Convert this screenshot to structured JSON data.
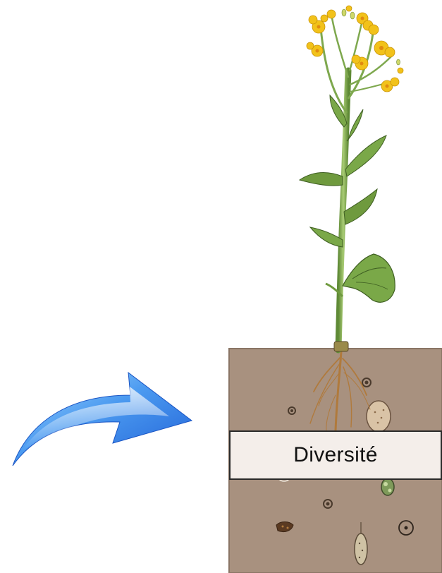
{
  "label": {
    "text": "Diversité"
  },
  "colors": {
    "soil": "#a8917f",
    "soil_border": "#8a7565",
    "label_background": "#f4eeea",
    "arrow_light": "#8fd0ff",
    "arrow_dark": "#1f5fd6",
    "flower_yellow": "#f2c21a",
    "stem_green": "#7ea84e",
    "root_brown": "#b07a3c"
  },
  "icons": {
    "arrow": "curved-arrow-icon",
    "plant": "rapeseed-plant-illustration",
    "soil": "soil-block"
  }
}
